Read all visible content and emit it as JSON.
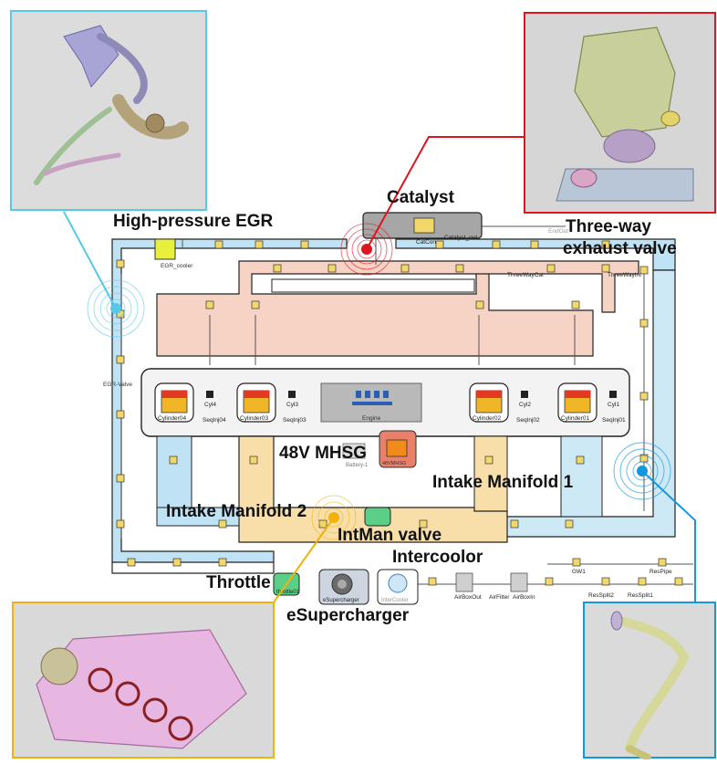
{
  "labels": {
    "catalyst": "Catalyst",
    "hp_egr": "High-pressure EGR",
    "three_way_line1": "Three-way",
    "three_way_line2": "exhaust valve",
    "mhsg": "48V MHSG",
    "intake_manifold_1": "Intake Manifold 1",
    "intake_manifold_2": "Intake Manifold 2",
    "intman_valve": "IntMan valve",
    "intercooler": "Intercoolor",
    "throttle": "Throttle",
    "esupercharger": "eSupercharger"
  },
  "components": {
    "egr_cooler": "EGR_cooler",
    "egr_valve": "EGR-Valve",
    "catcon": "CatCon",
    "catalyst_out": "Catalyst_out",
    "end_out": "EndOut",
    "three_way_cat": "ThreeWayCat",
    "three_way_int": "ThreeWayInt",
    "engine": "Engine",
    "cyl4": "Cyl4",
    "cyl3": "Cyl3",
    "cyl2": "Cyl2",
    "cyl1": "Cyl1",
    "cylinder04": "Cylinder04",
    "cylinder03": "Cylinder03",
    "cylinder02": "Cylinder02",
    "cylinder01": "Cylinder01",
    "seqinj04": "SeqInj04",
    "seqinj03": "SeqInj03",
    "seqinj02": "SeqInj02",
    "seqinj01": "SeqInj01",
    "battery": "Battery-1",
    "mhsg_block": "48VMHSG",
    "throttle01": "throttle01",
    "esupercharger_block": "eSupercharger",
    "intercooler_block": "InterCooler",
    "airboxout": "AirBoxOut",
    "airfilter": "AirFilter",
    "airboxin": "AirBoxIn",
    "gw1": "GW1",
    "ressplit2": "ResSplit2",
    "ressplit1": "ResSplit1",
    "respipe": "ResPipe"
  },
  "colors": {
    "red_callout": "#e0141e",
    "cyan_callout": "#55c8ec",
    "blue_callout": "#1597e0",
    "orange_callout": "#f2b20c",
    "exhaust_fill": "#f6d3c4",
    "egr_fill": "#bfe3f4",
    "intake_fill": "#cde9f6",
    "manifold2_fill": "#f8dfaa",
    "mhsg_fill": "#e9806a",
    "valve_fill": "#5ccf86"
  }
}
